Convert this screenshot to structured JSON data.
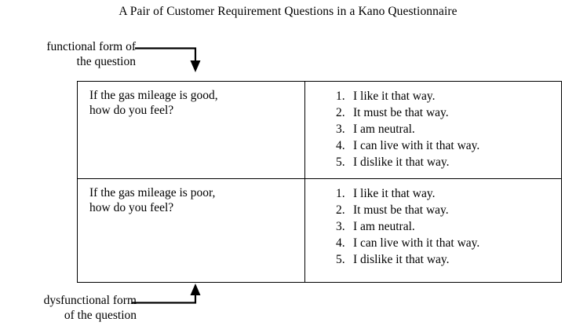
{
  "figure": {
    "title": "A Pair of Customer Requirement Questions in a Kano Questionnaire",
    "background_color": "#ffffff",
    "line_color": "#000000",
    "text_color": "#000000"
  },
  "callouts": {
    "functional": {
      "line1": "functional form of",
      "line2": "the question"
    },
    "dysfunctional": {
      "line1": "dysfunctional form",
      "line2": "of the question"
    }
  },
  "table": {
    "rows": [
      {
        "id": "functional",
        "question": "If the gas mileage is good,\nhow do you feel?",
        "answers": [
          {
            "num": "1.",
            "text": "I like it that way."
          },
          {
            "num": "2.",
            "text": "It must be that way."
          },
          {
            "num": "3.",
            "text": "I am neutral."
          },
          {
            "num": "4.",
            "text": "I can live with it that way."
          },
          {
            "num": "5.",
            "text": "I dislike it that way."
          }
        ]
      },
      {
        "id": "dysfunctional",
        "question": "If the gas mileage is poor,\nhow do you feel?",
        "answers": [
          {
            "num": "1.",
            "text": "I like it that way."
          },
          {
            "num": "2.",
            "text": "It must be that way."
          },
          {
            "num": "3.",
            "text": "I am neutral."
          },
          {
            "num": "4.",
            "text": "I can live with it that way."
          },
          {
            "num": "5.",
            "text": "I dislike it that way."
          }
        ]
      }
    ]
  }
}
